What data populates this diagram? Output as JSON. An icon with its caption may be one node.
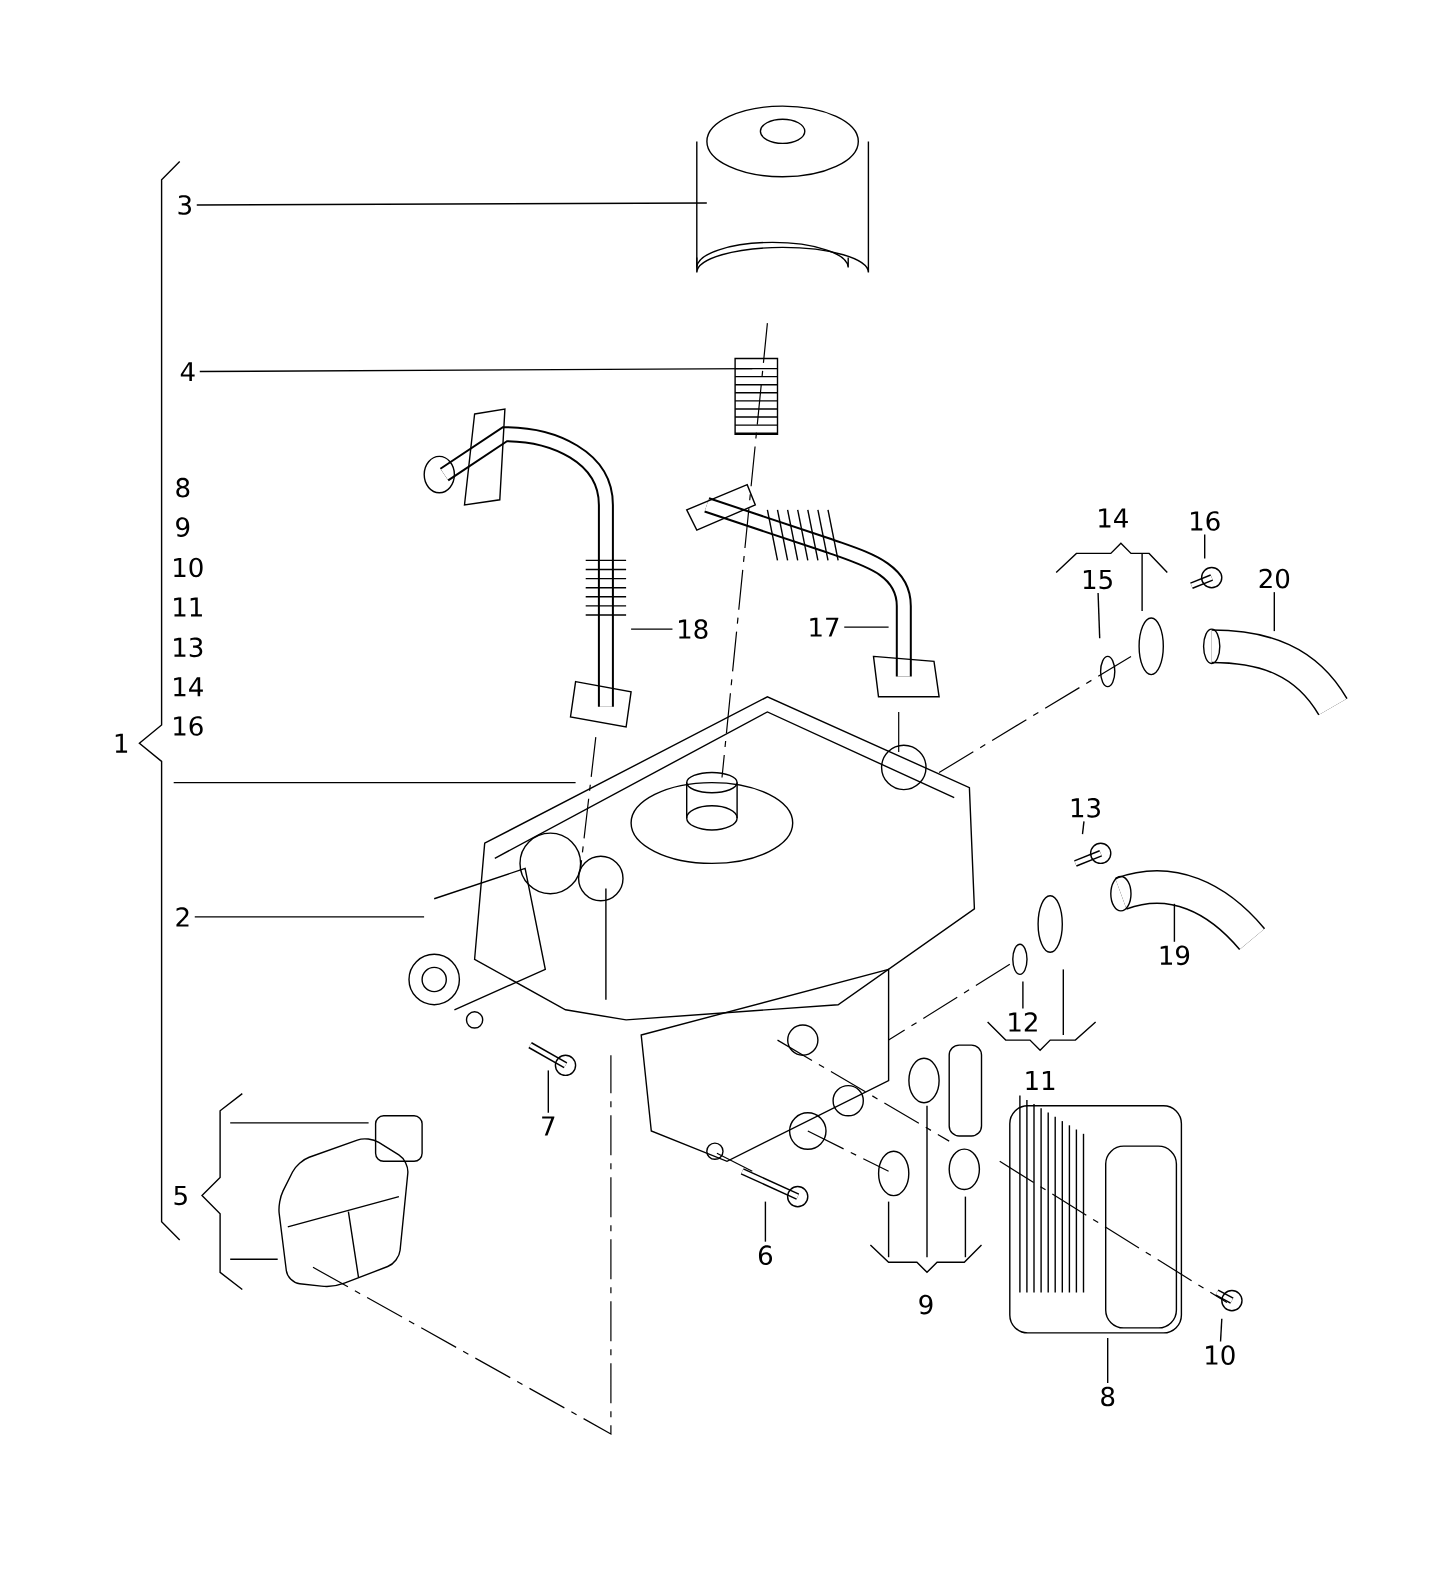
{
  "diagram": {
    "nodes": [
      {
        "text": [
          "3"
        ]
      },
      {
        "text": [
          "4"
        ]
      },
      {
        "text": [
          "18"
        ]
      },
      {
        "text": [
          "17"
        ]
      },
      {
        "text": [
          "2"
        ]
      },
      {
        "text": [
          "7"
        ]
      },
      {
        "text": [
          "6"
        ]
      },
      {
        "text": [
          "10"
        ]
      },
      {
        "text": [
          "8"
        ]
      },
      {
        "text": [
          "19"
        ]
      },
      {
        "text": [
          "13"
        ]
      },
      {
        "text": [
          "12"
        ]
      },
      {
        "text": [
          "15"
        ]
      },
      {
        "text": [
          "16"
        ]
      },
      {
        "text": [
          "20"
        ]
      }
    ],
    "edges": [
      {
        "from": 0,
        "to": null,
        "arrow": "none"
      },
      {
        "from": 1,
        "to": null,
        "arrow": "none"
      },
      {
        "from": 2,
        "to": null,
        "arrow": "none"
      },
      {
        "from": 3,
        "to": null,
        "arrow": "none"
      },
      {
        "from": 4,
        "to": null,
        "arrow": "none"
      },
      {
        "from": 5,
        "to": null,
        "arrow": "none"
      },
      {
        "from": 6,
        "to": null,
        "arrow": "none"
      },
      {
        "from": 7,
        "to": null,
        "arrow": "none"
      },
      {
        "from": 8,
        "to": null,
        "arrow": "none"
      },
      {
        "from": 9,
        "to": null,
        "arrow": "none"
      },
      {
        "from": 10,
        "to": null,
        "arrow": "none"
      },
      {
        "from": 11,
        "to": null,
        "arrow": "none"
      },
      {
        "from": 12,
        "to": null,
        "arrow": "none"
      },
      {
        "from": 13,
        "to": null,
        "arrow": "none"
      },
      {
        "from": 14,
        "to": null,
        "arrow": "none"
      }
    ],
    "labels": [
      "1",
      "8",
      "9",
      "10",
      "11",
      "13",
      "14",
      "16",
      "14",
      "11",
      "9",
      "5"
    ]
  }
}
